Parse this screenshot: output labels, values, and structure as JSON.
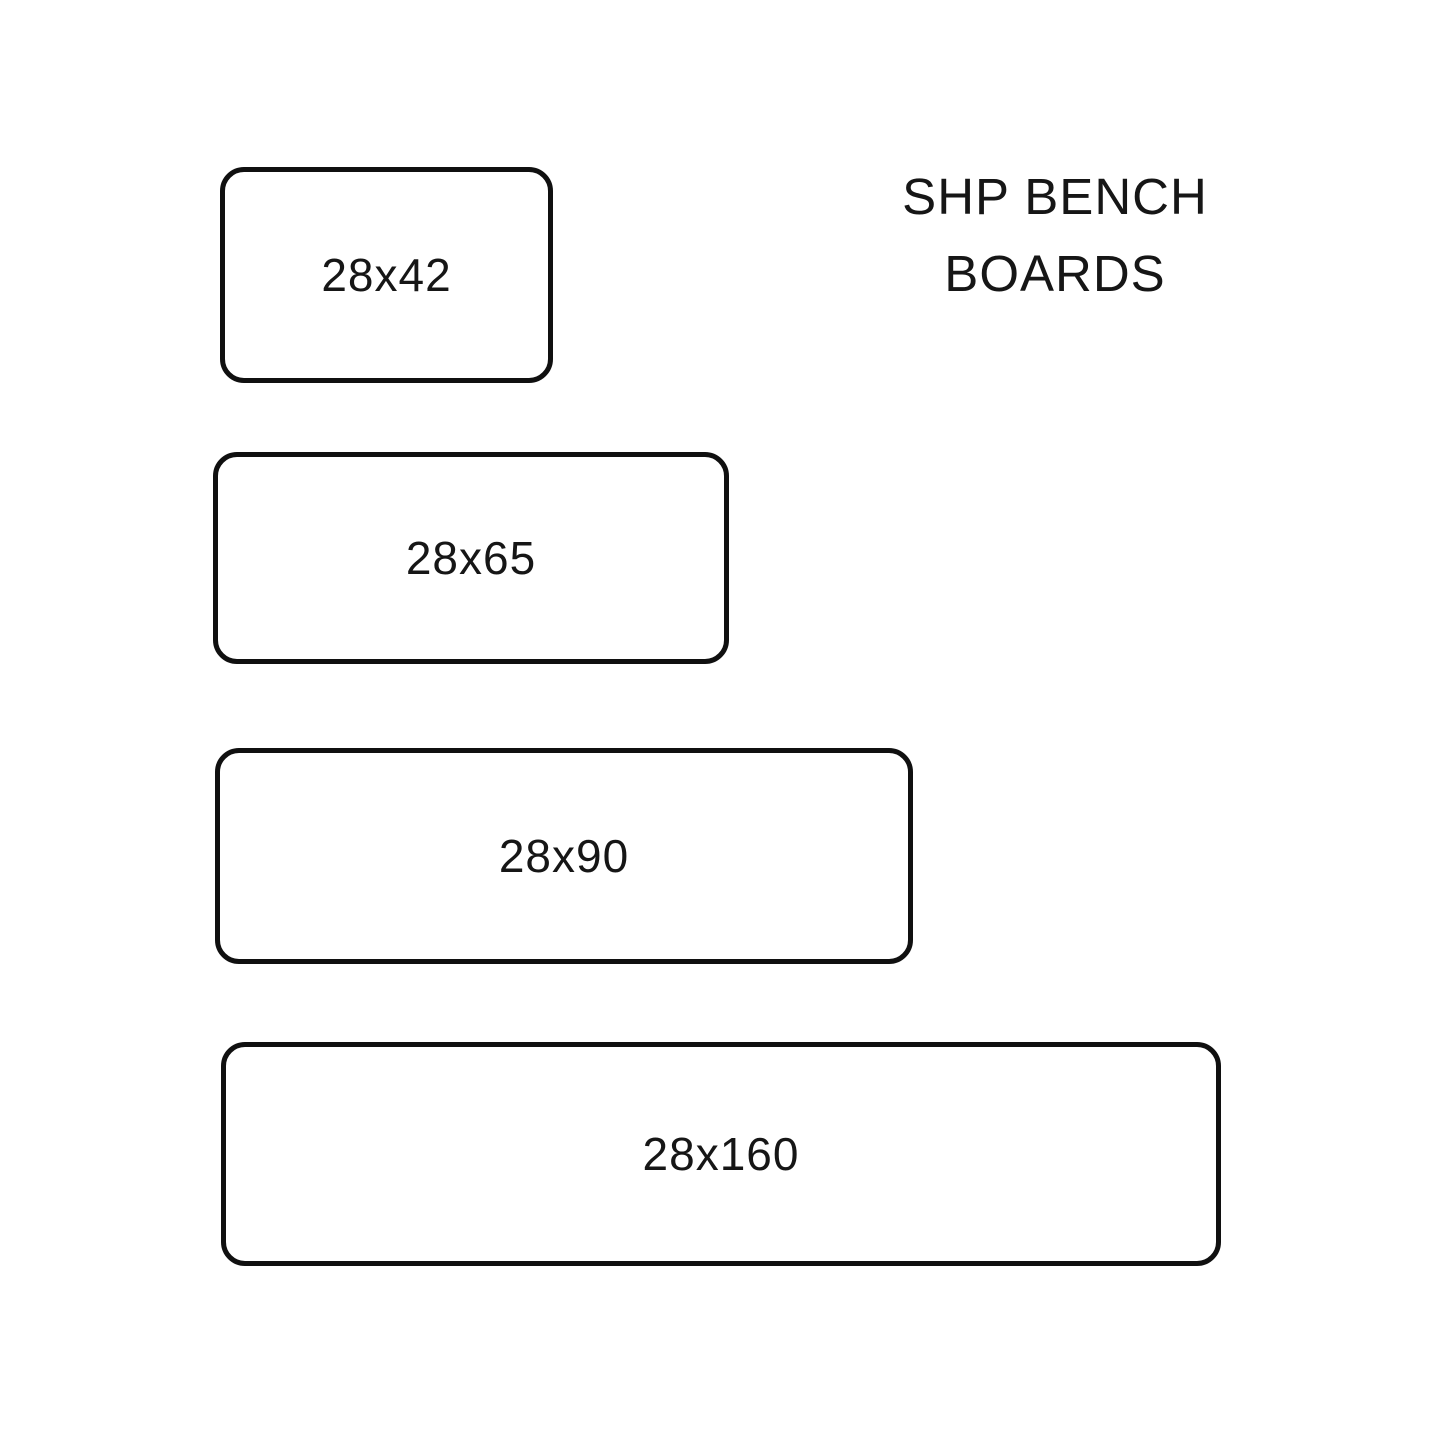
{
  "title": {
    "line1": "SHP BENCH",
    "line2": "BOARDS"
  },
  "boards": [
    {
      "label": "28x42"
    },
    {
      "label": "28x65"
    },
    {
      "label": "28x90"
    },
    {
      "label": "28x160"
    }
  ],
  "colors": {
    "background": "#ffffff",
    "outline": "#101010",
    "text": "#161616"
  }
}
